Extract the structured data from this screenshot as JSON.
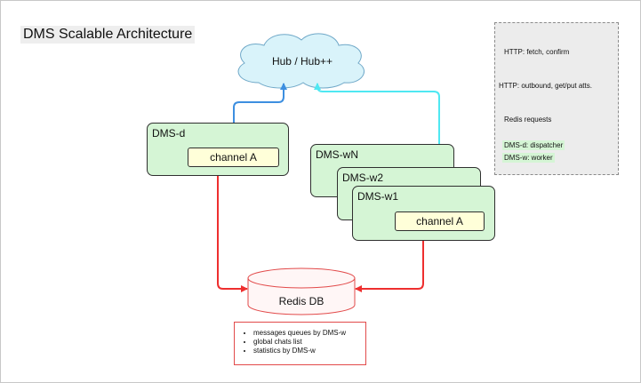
{
  "title": "DMS Scalable Architecture",
  "hub": {
    "label": "Hub / Hub++"
  },
  "dms_d": {
    "label": "DMS-d",
    "channel": "channel A"
  },
  "workers": [
    {
      "label": "DMS-wN"
    },
    {
      "label": "DMS-w2"
    },
    {
      "label": "DMS-w1",
      "channel": "channel A"
    }
  ],
  "redis": {
    "label": "Redis DB"
  },
  "redis_notes": [
    "messages queues by DMS-w",
    "global chats list",
    "statistics by DMS-w"
  ],
  "legend": {
    "http_fetch": "HTTP: fetch, confirm",
    "http_outbound": "HTTP: outbound, get/put atts.",
    "redis_requests": "Redis requests",
    "dms_d_desc": "DMS-d: dispatcher",
    "dms_w_desc": "DMS-w: worker"
  },
  "colors": {
    "http_fetch": "#3d8fe0",
    "http_outbound": "#4fe8f2",
    "redis": "#ee2f2f",
    "box_fill": "#d5f5d5",
    "channel_fill": "#ffffd9",
    "cloud_fill": "#d9f3fa",
    "legend_bg": "#ececec"
  }
}
